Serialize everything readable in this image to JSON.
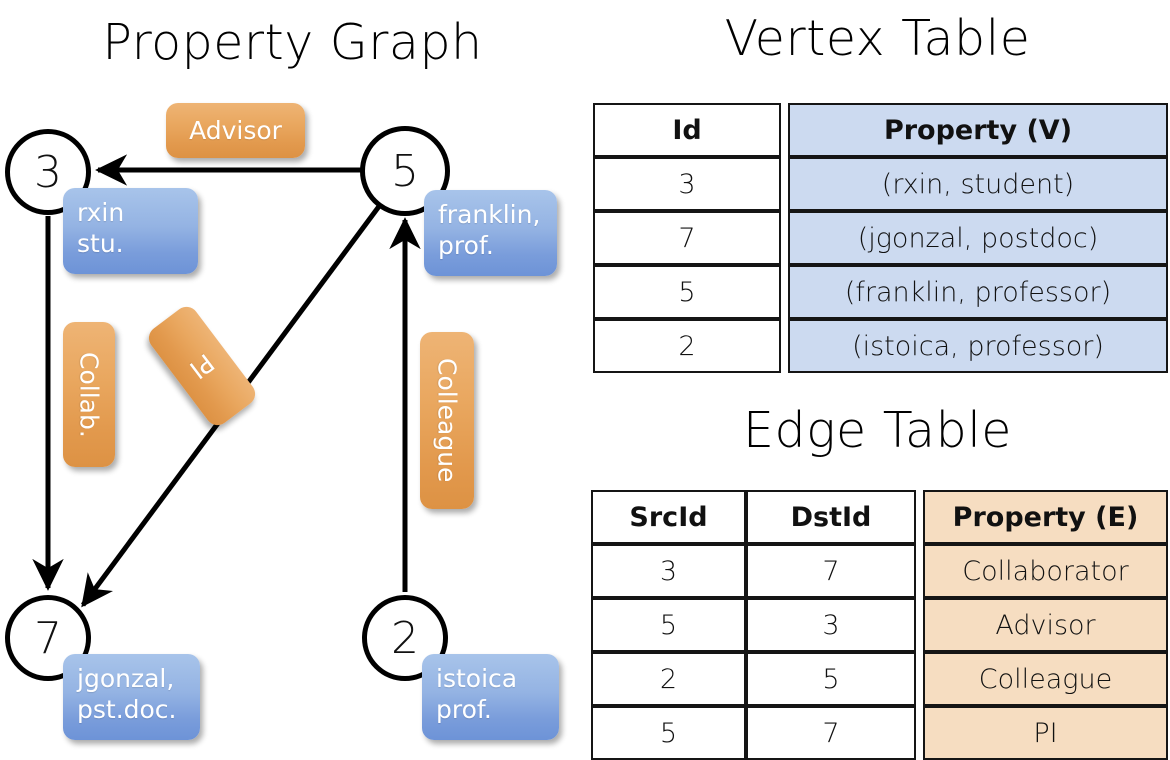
{
  "titles": {
    "graph": "Property Graph",
    "vertex": "Vertex Table",
    "edge": "Edge Table"
  },
  "graph": {
    "nodes": [
      {
        "id": "3",
        "label": "3",
        "property": "rxin\nstu."
      },
      {
        "id": "5",
        "label": "5",
        "property": "franklin,\nprof."
      },
      {
        "id": "7",
        "label": "7",
        "property": "jgonzal,\npst.doc."
      },
      {
        "id": "2",
        "label": "2",
        "property": "istoica\nprof."
      }
    ],
    "edge_labels": [
      {
        "name": "advisor",
        "text": "Advisor"
      },
      {
        "name": "collab",
        "text": "Collab."
      },
      {
        "name": "pi",
        "text": "PI"
      },
      {
        "name": "colleague",
        "text": "Colleague"
      }
    ],
    "edges": [
      {
        "from": "5",
        "to": "3",
        "label": "Advisor"
      },
      {
        "from": "3",
        "to": "7",
        "label": "Collab."
      },
      {
        "from": "5",
        "to": "7",
        "label": "PI"
      },
      {
        "from": "2",
        "to": "5",
        "label": "Colleague"
      }
    ]
  },
  "vertex_table": {
    "headers": [
      "Id",
      "Property (V)"
    ],
    "rows": [
      {
        "id": "3",
        "property": "(rxin, student)"
      },
      {
        "id": "7",
        "property": "(jgonzal, postdoc)"
      },
      {
        "id": "5",
        "property": "(franklin, professor)"
      },
      {
        "id": "2",
        "property": "(istoica, professor)"
      }
    ]
  },
  "edge_table": {
    "headers": [
      "SrcId",
      "DstId",
      "Property (E)"
    ],
    "rows": [
      {
        "src": "3",
        "dst": "7",
        "property": "Collaborator"
      },
      {
        "src": "5",
        "dst": "3",
        "property": "Advisor"
      },
      {
        "src": "2",
        "dst": "5",
        "property": "Colleague"
      },
      {
        "src": "5",
        "dst": "7",
        "property": "PI"
      }
    ]
  },
  "colors": {
    "vertex_property_fill": "#ccdaf0",
    "edge_property_fill": "#f6ddc1",
    "node_box_blue": "#7a9ddb",
    "edge_label_orange": "#e2994d",
    "stroke": "#000000"
  }
}
